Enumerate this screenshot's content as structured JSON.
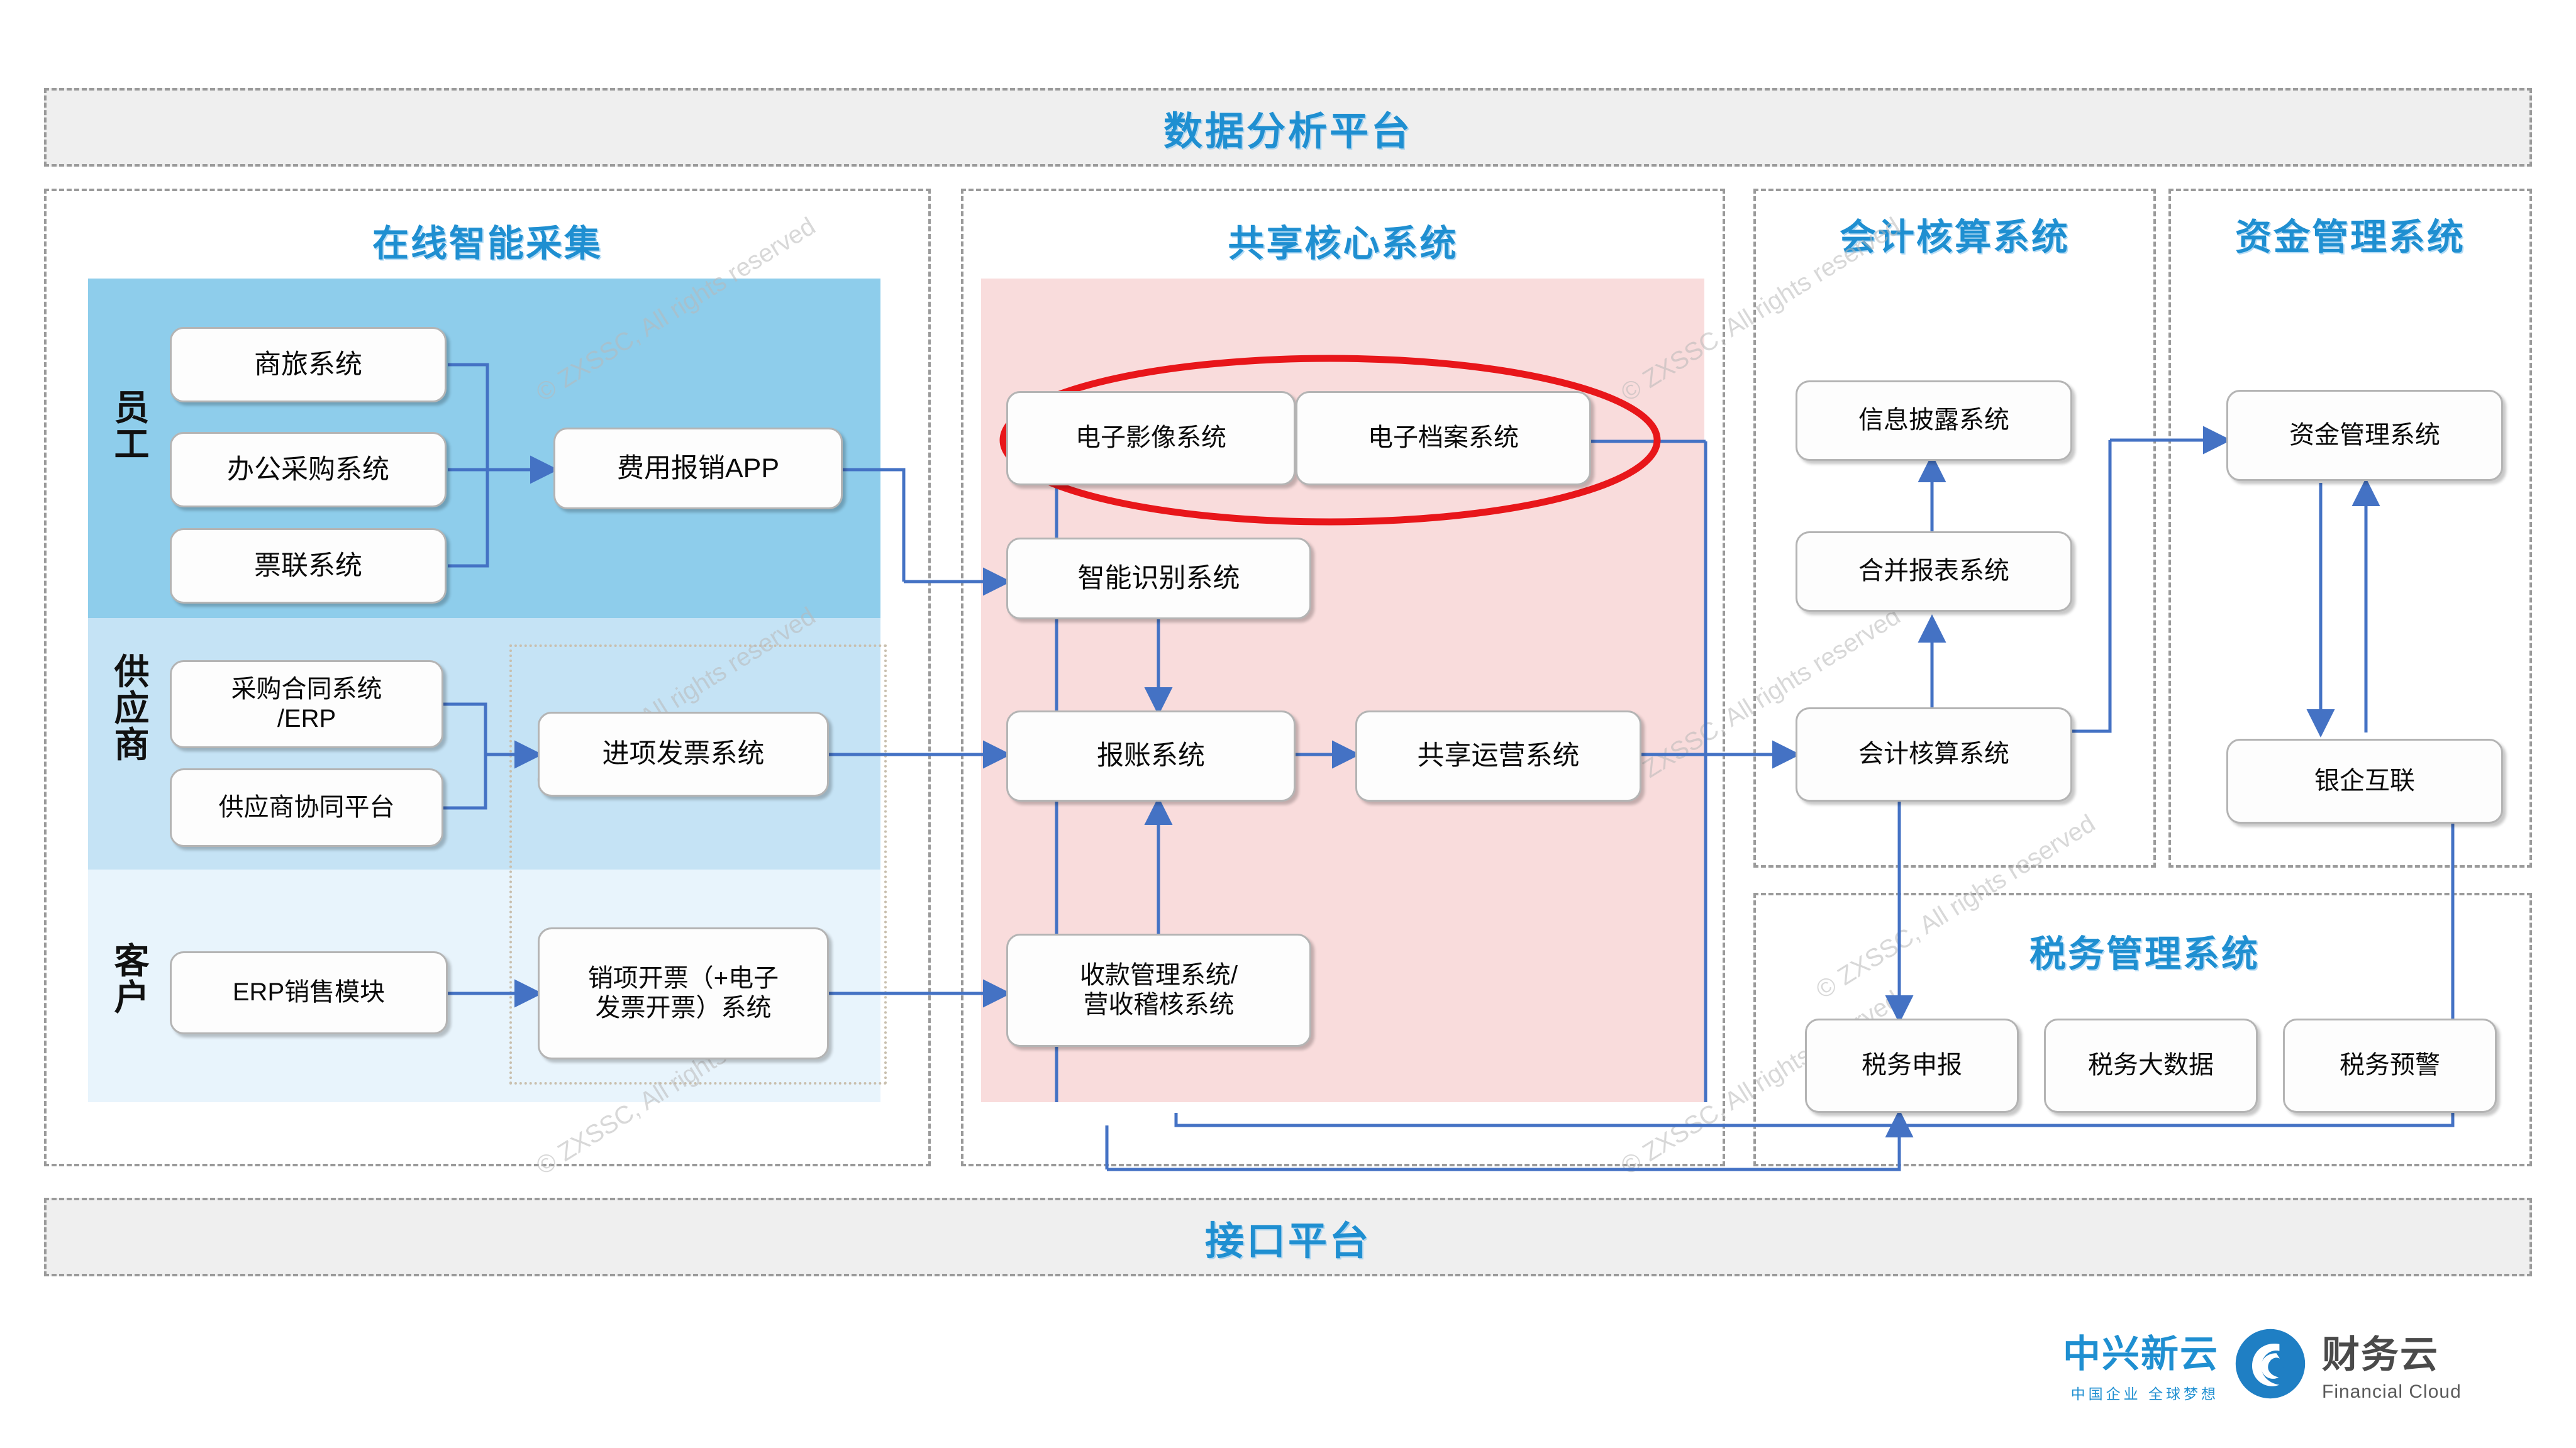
{
  "platform": {
    "top_band_title": "数据分析平台",
    "bottom_band_title": "接口平台"
  },
  "columns": {
    "collection_title": "在线智能采集",
    "core_title": "共享核心系统",
    "accounting_title": "会计核算系统",
    "treasury_title": "资金管理系统",
    "tax_title": "税务管理系统"
  },
  "actors": {
    "employee": "员工",
    "supplier": "供应商",
    "customer": "客户"
  },
  "nodes": {
    "travel": "商旅系统",
    "office_purchase": "办公采购系统",
    "ticket_union": "票联系统",
    "expense_app": "费用报销APP",
    "purchase_contract": "采购合同系统\n/ERP",
    "supplier_portal": "供应商协同平台",
    "input_invoice": "进项发票系统",
    "erp_sales": "ERP销售模块",
    "output_invoice": "销项开票（+电子\n发票开票）系统",
    "e_image": "电子影像系统",
    "e_archive": "电子档案系统",
    "smart_recognition": "智能识别系统",
    "accounting_report": "报账系统",
    "shared_ops": "共享运营系统",
    "receipt_mgmt": "收款管理系统/\n营收稽核系统",
    "disclosure": "信息披露系统",
    "consolidation": "合并报表系统",
    "gl_accounting": "会计核算系统",
    "treasury": "资金管理系统",
    "bank_connect": "银企互联",
    "tax_filing": "税务申报",
    "tax_bigdata": "税务大数据",
    "tax_alert": "税务预警"
  },
  "colors": {
    "title_blue": "#1f8fd1",
    "band_gray": "#efefef",
    "employee_band": "#8ecdeb",
    "supplier_band": "#c5e3f5",
    "customer_band": "#e8f4fc",
    "core_pink": "#f9dcdc",
    "connector_blue": "#4472c4",
    "highlight_red": "#e8161a",
    "frame_dash": "#9a9a9a"
  },
  "watermark": {
    "text": "© ZXSSC, All rights reserved"
  },
  "logo": {
    "brand_cn": "中兴新云",
    "brand_tagline": "中国企业 全球梦想",
    "product_cn": "财务云",
    "product_en": "Financial Cloud"
  }
}
